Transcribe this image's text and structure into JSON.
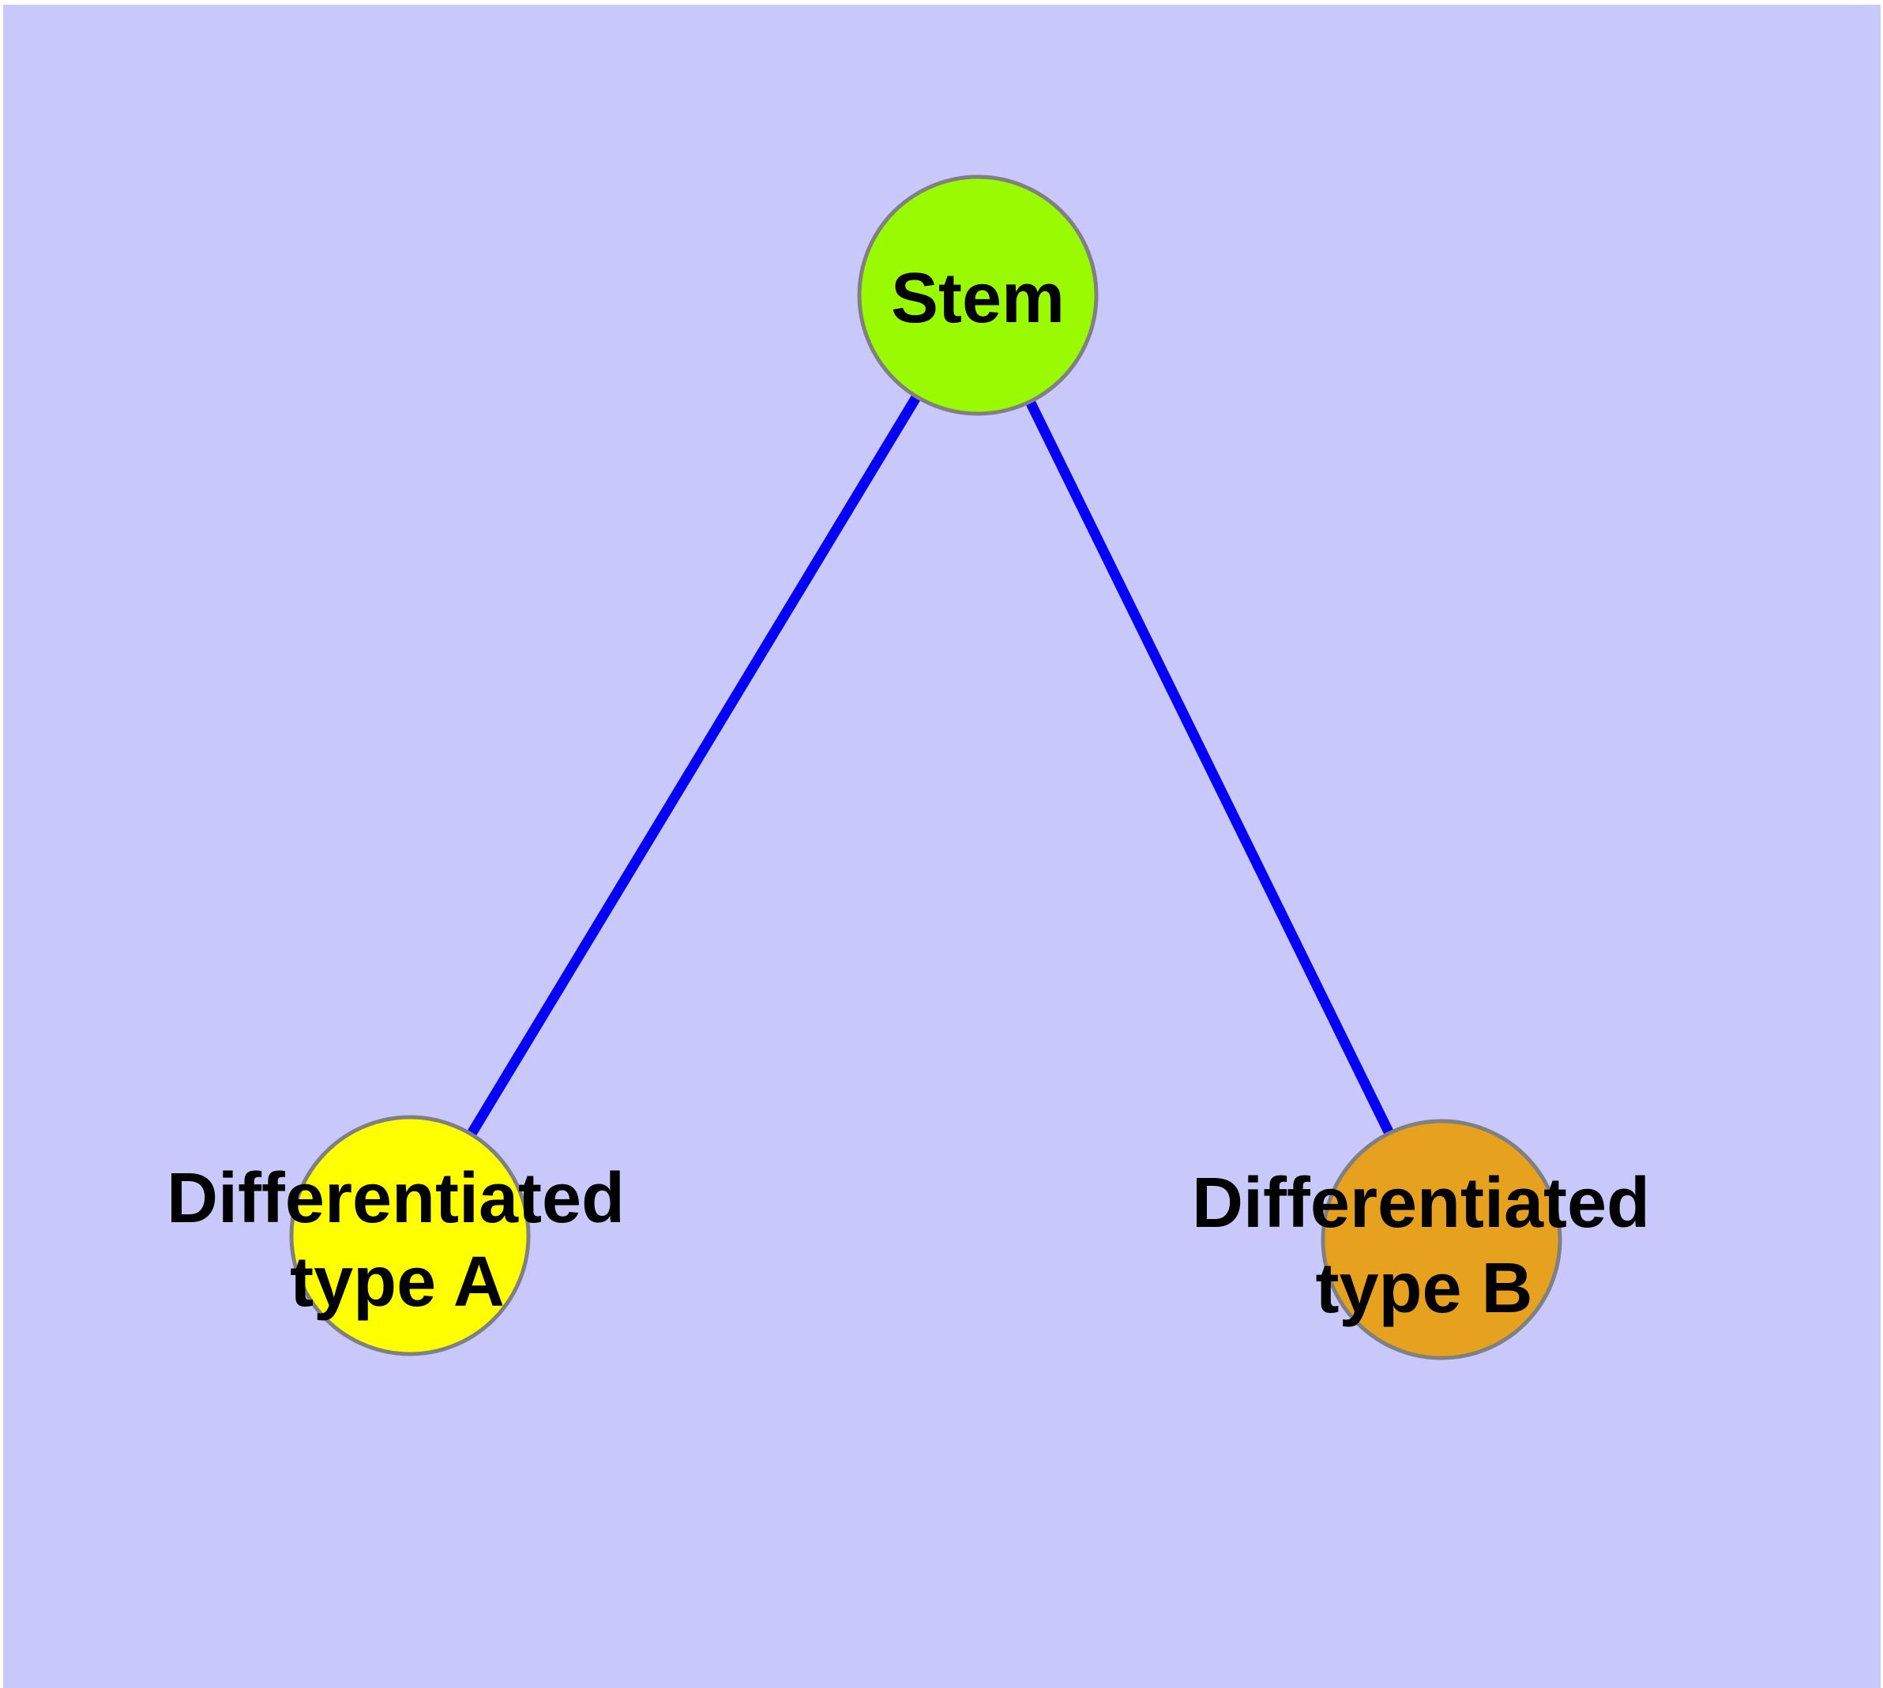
{
  "diagram": {
    "background_color": "#C8C8FA",
    "frame_color": "#FFFFFF",
    "label_color": "#000000",
    "node_border_color": "#808080",
    "edge_color": "#0500F5",
    "nodes": [
      {
        "id": "stem",
        "label": "Stem",
        "fill": "#9AFA02",
        "border_color": "#808080"
      },
      {
        "id": "differentiated-type-a",
        "label_line1": "Differentiated",
        "label_line2": "type A",
        "fill": "#FFFF00",
        "border_color": "#808080"
      },
      {
        "id": "differentiated-type-b",
        "label_line1": "Differentiated",
        "label_line2": "type B",
        "fill": "#E6A11F",
        "border_color": "#808080"
      }
    ],
    "edges": [
      {
        "from": "stem",
        "to": "differentiated-type-a",
        "color": "#0500F5"
      },
      {
        "from": "stem",
        "to": "differentiated-type-b",
        "color": "#0500F5"
      }
    ]
  }
}
